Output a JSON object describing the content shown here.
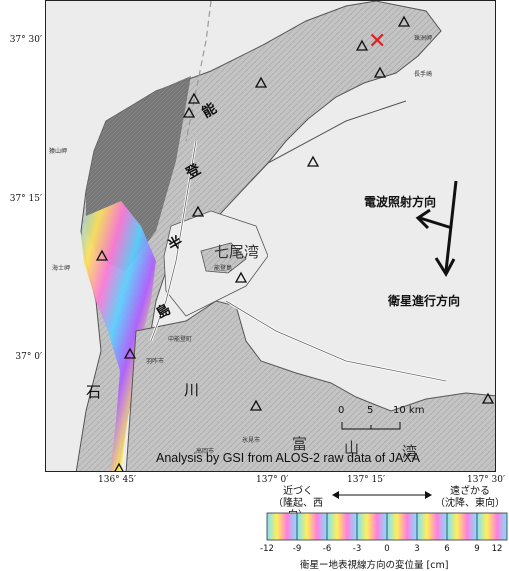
{
  "map": {
    "lat_labels": [
      "37° 30′",
      "37° 15′",
      "37° 0′"
    ],
    "lon_labels": [
      "136° 45′",
      "137° 0′",
      "137° 15′",
      "137° 30′"
    ],
    "place_labels": {
      "noto": "能",
      "toboku": "登",
      "peninsula_2": "半",
      "shima": "島",
      "nanao_bay": "七尾湾",
      "ishi": "石",
      "kawa": "川",
      "toyama_1": "富",
      "toyama_2": "山",
      "toyama_3": "湾"
    },
    "small_labels": {
      "sugaike": "珠洲岬",
      "chojyusaki": "長手崎",
      "nosaki": "猿山岬",
      "kaishizaki": "海士岬",
      "notojima": "能登島",
      "hakui": "羽咋市",
      "nakanoto": "中能登町",
      "himi": "氷見市",
      "takaoka": "高岡市"
    },
    "epicenter_marker": "✕",
    "credit": "Analysis by GSI from ALOS-2 raw data of JAXA",
    "scale": {
      "labels": [
        "0",
        "5",
        "10 km"
      ]
    },
    "radar_direction": "電波照射方向",
    "satellite_direction": "衛星進行方向"
  },
  "legend": {
    "approach": "近づく",
    "approach_sub": "（隆起、西向）",
    "recede": "遠ざかる",
    "recede_sub": "（沈降、東向）",
    "ticks": [
      "-12",
      "-9",
      "-6",
      "-3",
      "0",
      "3",
      "6",
      "9",
      "12"
    ],
    "caption": "衛星ー地表視線方向の変位量 [cm]",
    "range_cm": [
      -12,
      12
    ]
  },
  "colors": {
    "land": "#c9c9c9",
    "sea": "#ececec",
    "marker_red": "#e0201f"
  }
}
